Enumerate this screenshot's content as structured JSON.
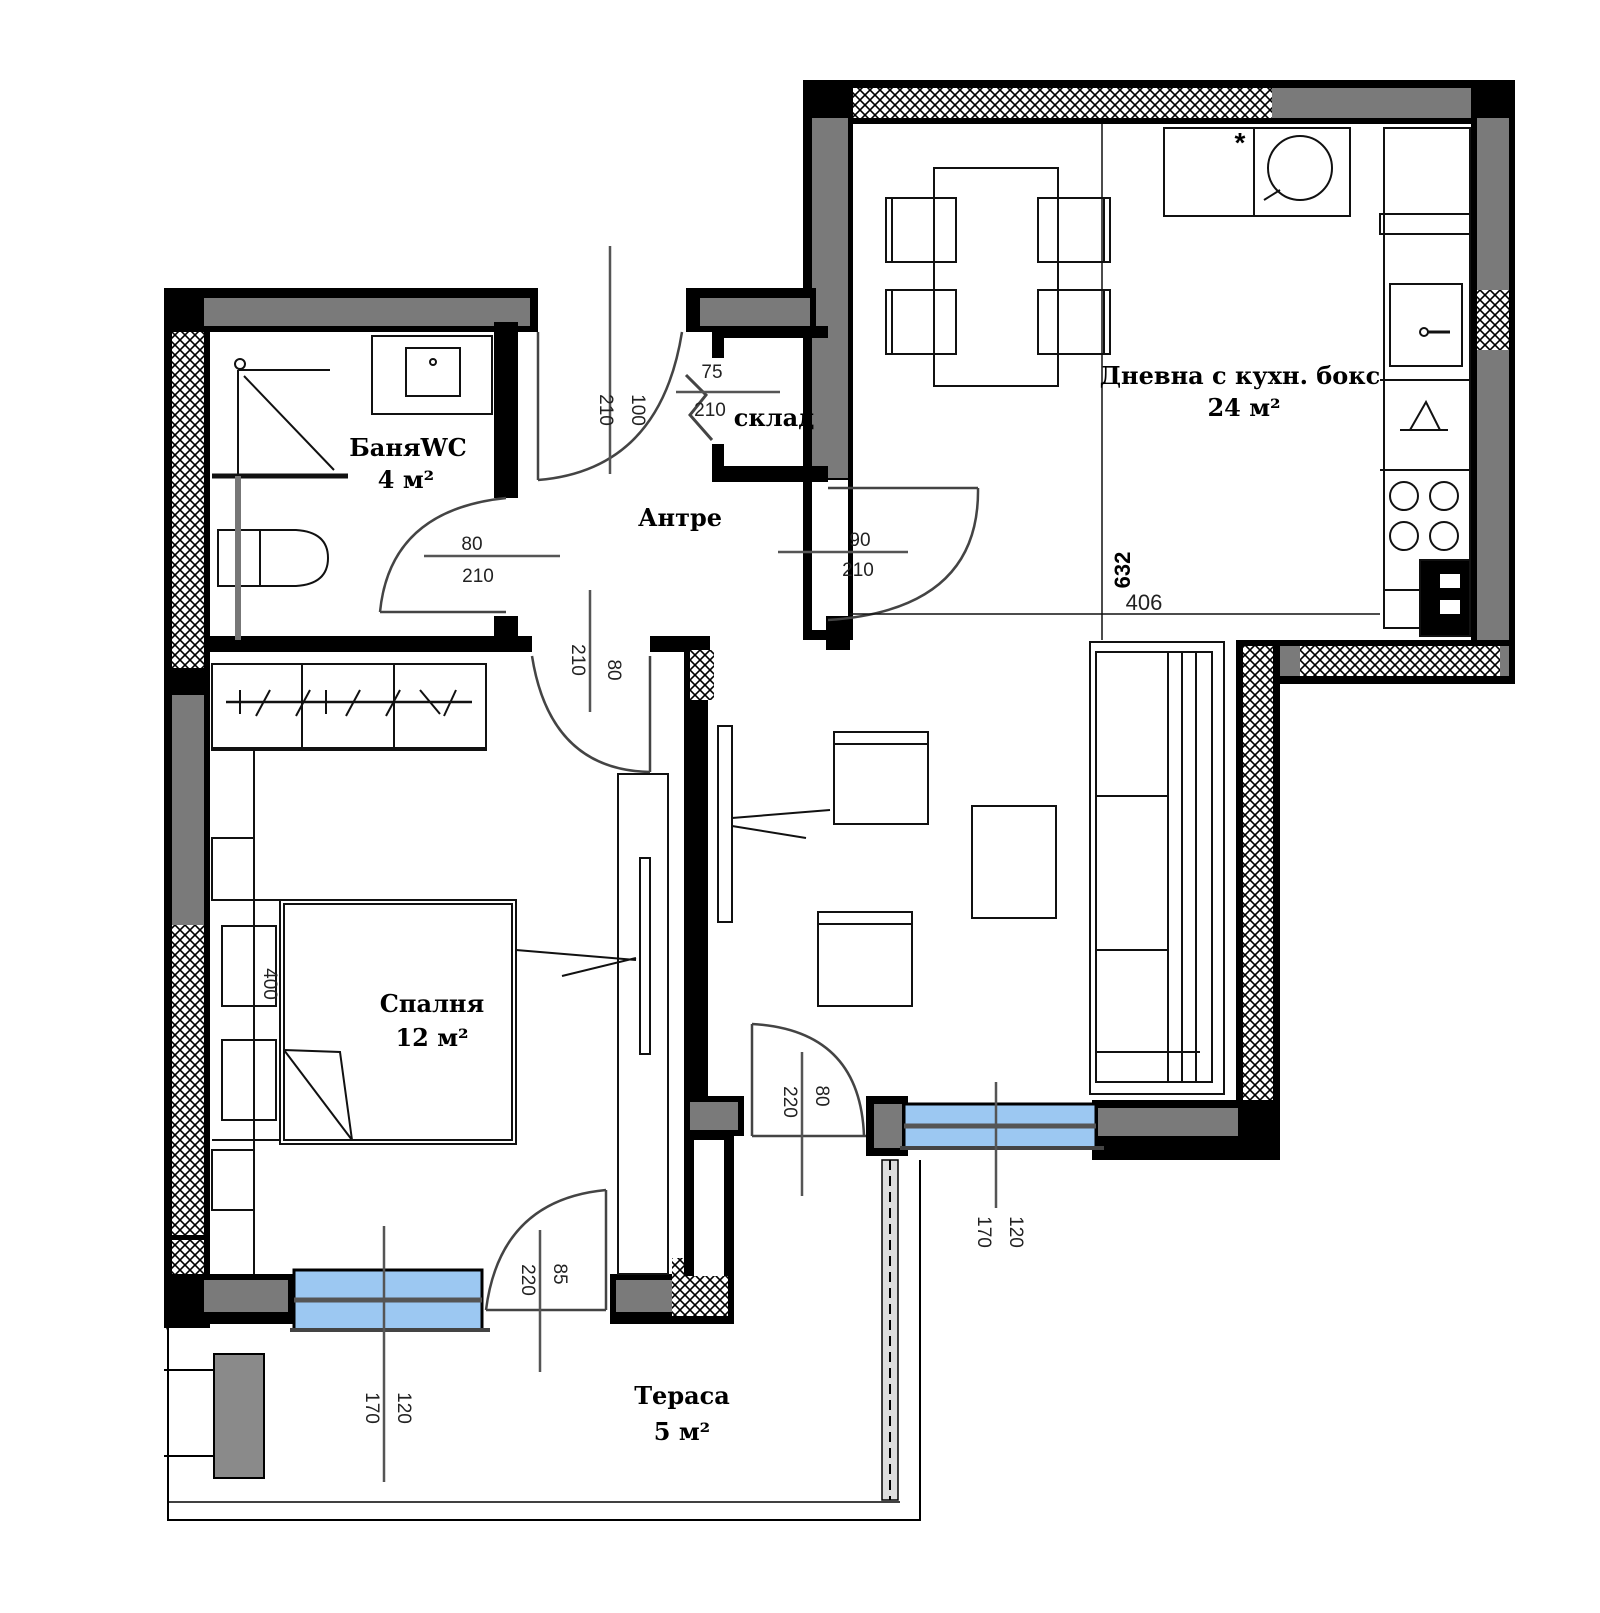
{
  "rooms": {
    "bathroom": {
      "name": "БаняWC",
      "area": "4 м²"
    },
    "storage": {
      "name": "склад"
    },
    "hallway": {
      "name": "Антре"
    },
    "living": {
      "name": "Дневна с кухн. бокс",
      "area": "24 м²"
    },
    "bedroom": {
      "name": "Спалня",
      "area": "12 м²"
    },
    "terrace": {
      "name": "Тераса",
      "area": "5 м²"
    }
  },
  "dimensions": {
    "entrance_door_w": "100",
    "entrance_door_h": "210",
    "storage_door_w": "75",
    "storage_door_h": "210",
    "bath_door_w": "80",
    "bath_door_h": "210",
    "living_door_w": "90",
    "living_door_h": "210",
    "bedroom_door_w": "80",
    "bedroom_door_h": "210",
    "living_length": "632",
    "living_width": "406",
    "bedroom_width": "400",
    "living_balcony_door_w": "80",
    "living_balcony_door_h": "220",
    "living_window_w": "120",
    "living_window_h": "170",
    "bedroom_balcony_door_w": "85",
    "bedroom_balcony_door_h": "220",
    "bedroom_window_w": "120",
    "bedroom_window_h": "170",
    "kitchen_mark": "*"
  },
  "colors": {
    "wall": "#000000",
    "wall_fill": "#7a7a7a",
    "window_glass": "#9cc8f2",
    "line": "#222222"
  }
}
